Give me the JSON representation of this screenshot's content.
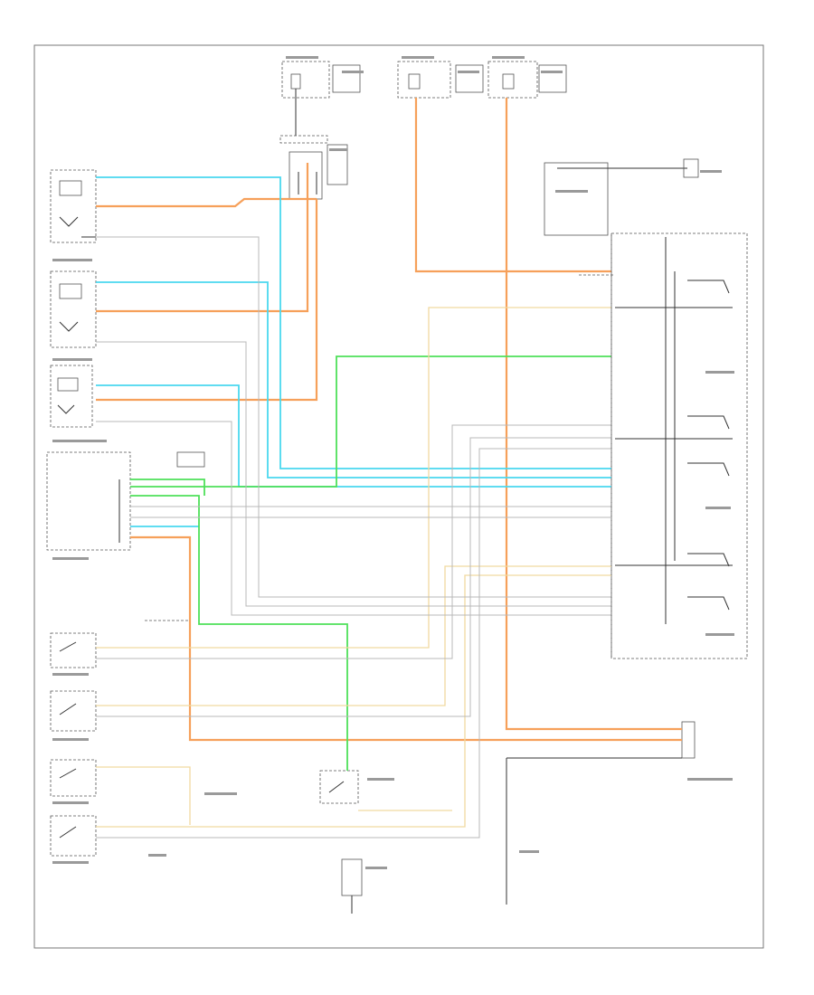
{
  "diagram": {
    "frame_id": "",
    "wire_colors": {
      "orange": "#f6a05a",
      "cyan": "#4ad8ef",
      "green": "#4fe05a",
      "tan": "#f0d9a0",
      "gray": "#b8b8b8",
      "black": "#333333"
    },
    "components": [
      "fuse-block-left",
      "fuse-block-center",
      "fuse-block-right",
      "ground-module-right",
      "left-door-lock-actuator",
      "right-door-lock-actuator",
      "rear-door-lock-actuator",
      "body-control-module",
      "door-switch-left-front",
      "door-switch-right-front",
      "door-switch-left-rear",
      "door-switch-right-rear",
      "keyless-entry-receiver",
      "lock-switch-center",
      "ground-point-a",
      "ground-point-b",
      "relay-pack-right"
    ]
  }
}
